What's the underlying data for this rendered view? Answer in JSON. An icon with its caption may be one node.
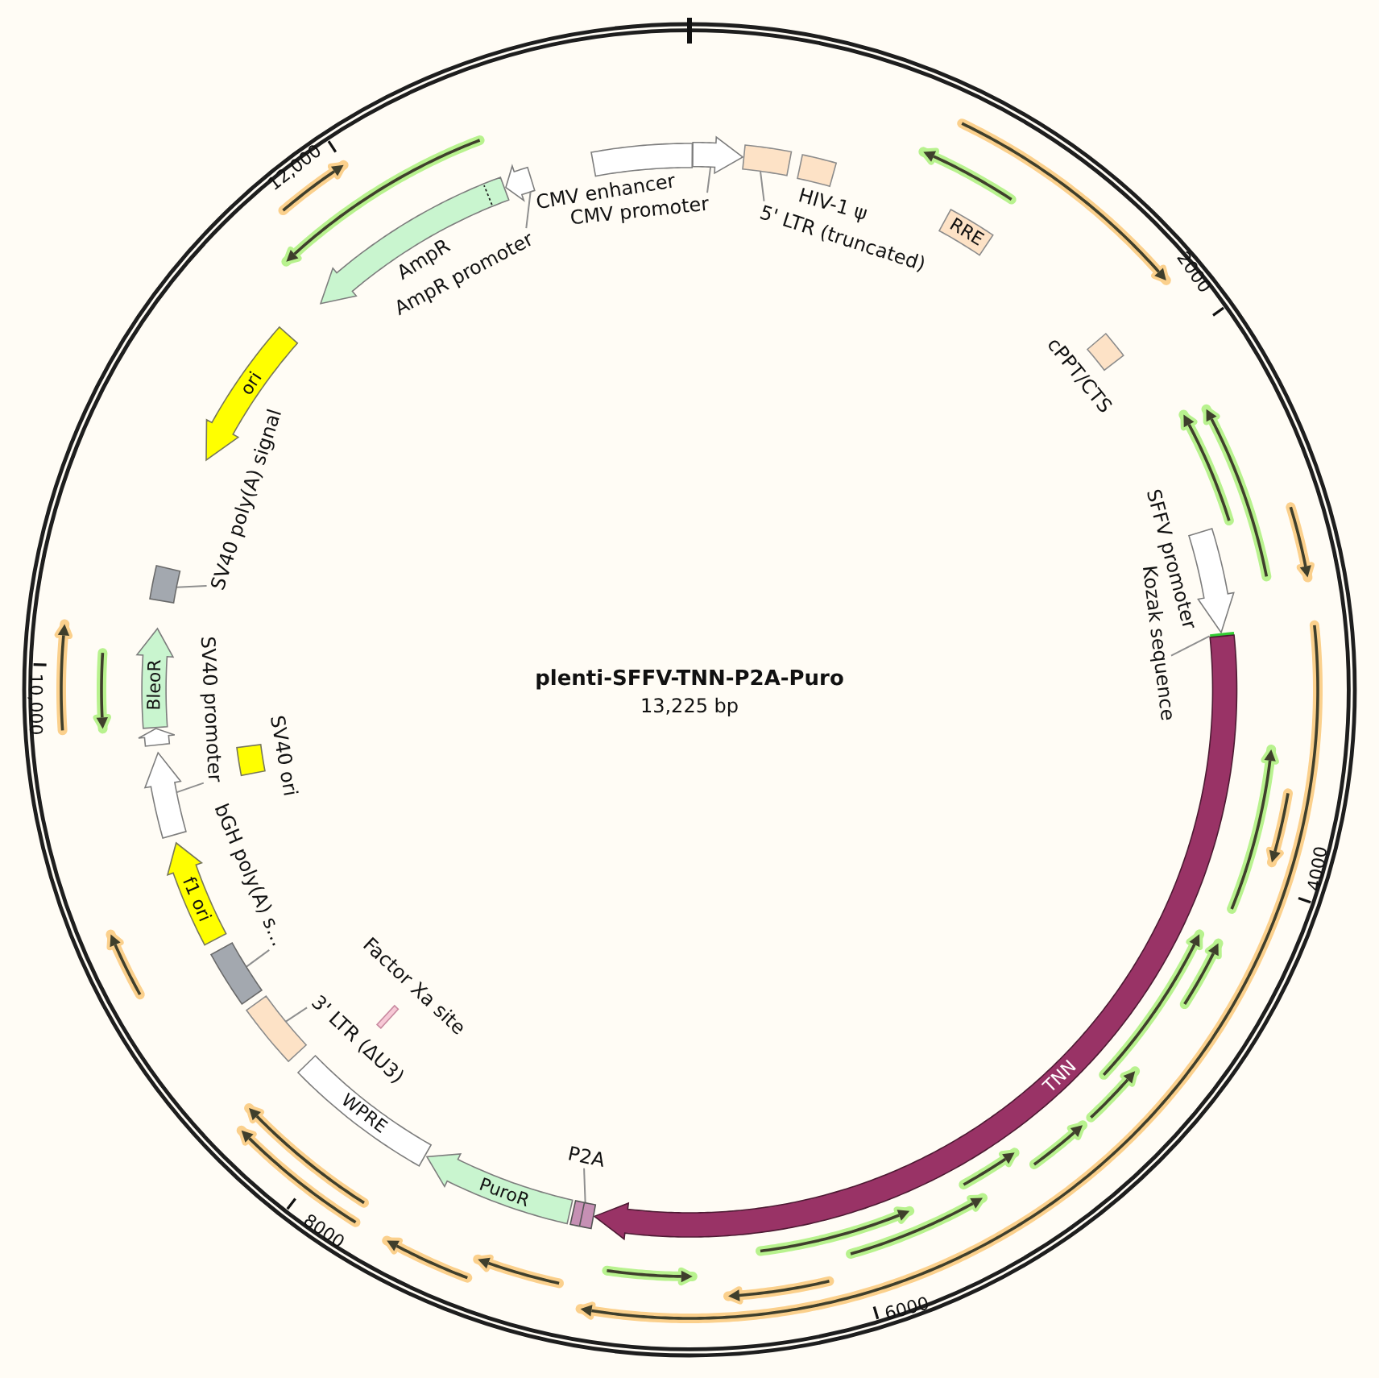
{
  "diagram": {
    "title": "plenti-SFFV-TNN-P2A-Puro",
    "nodes": [
      {
        "text": [],
        "shape": "box",
        "beside": [
          "CMV enhancer"
        ]
      },
      {
        "text": [],
        "shape": "arrow"
      },
      {
        "text": [
          "CMV promoter"
        ]
      },
      {
        "text": [],
        "shape": "box"
      },
      {
        "text": [
          "5' LTR (truncated)"
        ]
      },
      {
        "text": [],
        "shape": "box",
        "beside": [
          "HIV-1 ψ"
        ]
      },
      {
        "text": [
          "RRE"
        ]
      },
      {
        "text": [],
        "shape": "box",
        "beside": [
          "cPPT/CTS"
        ]
      },
      {
        "text": [],
        "shape": "arrow",
        "beside": [
          "SFFV promoter"
        ]
      },
      {
        "text": [],
        "shape": "bar"
      },
      {
        "text": [
          "Kozak sequence"
        ]
      },
      {
        "text": [
          "TNN"
        ]
      },
      {
        "text": [],
        "shape": "box"
      },
      {
        "text": [
          "P2A"
        ]
      },
      {
        "text": [
          "PuroR"
        ]
      },
      {
        "text": [
          "WPRE"
        ]
      },
      {
        "text": [],
        "shape": "bar",
        "beside": [
          "Factor Xa site"
        ]
      },
      {
        "text": [],
        "shape": "box"
      },
      {
        "text": [
          "3' LTR (ΔU3)"
        ]
      },
      {
        "text": [],
        "shape": "box"
      },
      {
        "text": [
          "bGH poly(A) s…"
        ]
      },
      {
        "text": [
          "f1 ori"
        ]
      },
      {
        "text": [],
        "shape": "arrow"
      },
      {
        "text": [
          "SV40 promoter"
        ]
      },
      {
        "text": [],
        "shape": "box",
        "beside": [
          "SV40 ori"
        ]
      },
      {
        "text": [],
        "shape": "arrow"
      },
      {
        "text": [
          "BleoR"
        ]
      },
      {
        "text": [],
        "shape": "box"
      },
      {
        "text": [
          "SV40 poly(A) signal"
        ]
      },
      {
        "text": [
          "ori"
        ]
      },
      {
        "text": [],
        "shape": "arrow",
        "beside": [
          "AmpR"
        ]
      },
      {
        "text": [],
        "shape": "arrow"
      },
      {
        "text": [
          "AmpR promoter"
        ]
      }
    ],
    "edges": [
      {
        "from": 2,
        "to": 1,
        "arrow": "none"
      },
      {
        "from": 4,
        "to": 3,
        "arrow": "none"
      },
      {
        "from": 10,
        "to": 9,
        "arrow": "none"
      },
      {
        "from": 13,
        "to": 12,
        "arrow": "none"
      },
      {
        "from": 18,
        "to": 17,
        "arrow": "none"
      },
      {
        "from": 20,
        "to": 19,
        "arrow": "none"
      },
      {
        "from": 23,
        "to": 22,
        "arrow": "none"
      },
      {
        "from": 28,
        "to": 27,
        "arrow": "none"
      },
      {
        "from": 32,
        "to": 31,
        "arrow": "none"
      }
    ],
    "labels": [
      "12,000",
      "2000",
      "10,000",
      "13,225 bp",
      "4000",
      "8000",
      "6000"
    ]
  }
}
